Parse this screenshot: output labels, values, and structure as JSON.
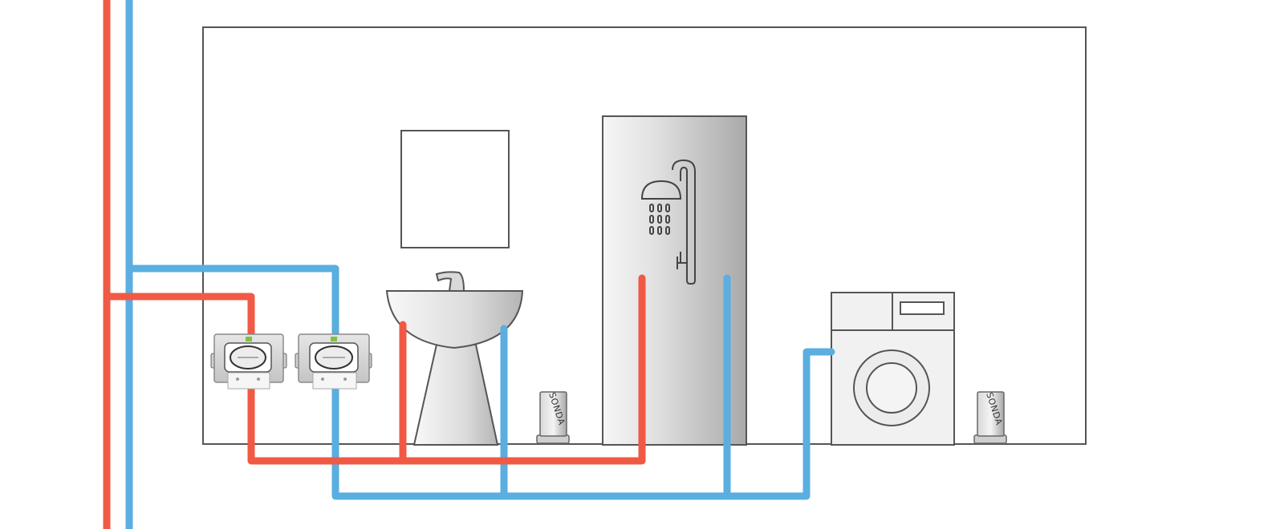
{
  "colors": {
    "hot_pipe": "#f05a44",
    "cold_pipe": "#5aaee0",
    "wall_outline": "#555555",
    "fixture_fill_light": "#f4f4f4",
    "fixture_fill_dark": "#b8b8b8"
  },
  "sensors": [
    {
      "label": "SONDA"
    },
    {
      "label": "SONDA"
    }
  ],
  "icons": [
    "shower-icon",
    "washbasin",
    "washing-machine",
    "mirror",
    "water-meter"
  ]
}
